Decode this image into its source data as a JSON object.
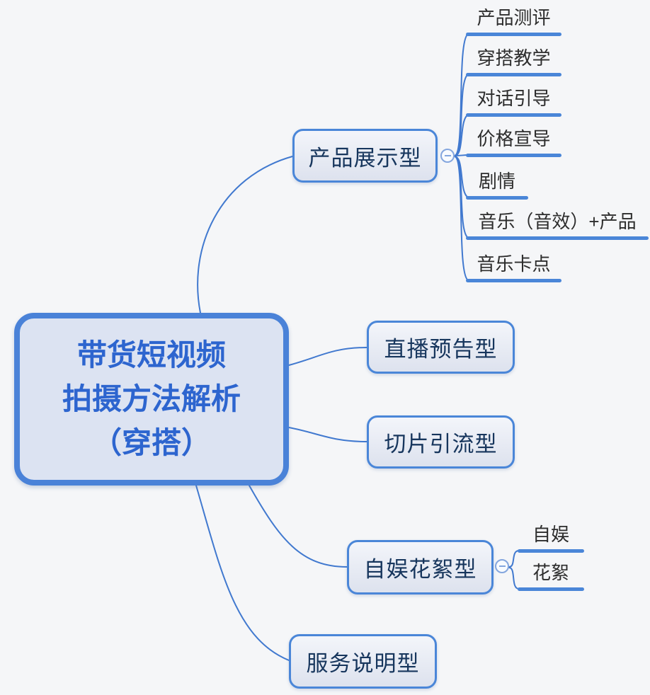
{
  "title": "带货短视频拍摄方法解析（穿搭）思维导图",
  "colors": {
    "background": "#f5f6f8",
    "accent": "#4a86d8",
    "connector_line": "#4179cf",
    "root_fill": "#dce3f2",
    "root_border": "#4a82d8",
    "root_text": "#2d65cf",
    "branch_fill_top": "#f3f5fa",
    "branch_fill_bottom": "#dde2ee",
    "branch_text": "#17365d",
    "leaf_text": "#2d2d2d"
  },
  "root": {
    "lines": [
      "带货短视频",
      "拍摄方法解析",
      "（穿搭）"
    ]
  },
  "branches": [
    {
      "label": "产品展示型",
      "collapsed": false,
      "children": [
        "产品测评",
        "穿搭教学",
        "对话引导",
        "价格宣导",
        "剧情",
        "音乐（音效）+产品",
        "音乐卡点"
      ]
    },
    {
      "label": "直播预告型",
      "children": []
    },
    {
      "label": "切片引流型",
      "children": []
    },
    {
      "label": "自娱花絮型",
      "collapsed": false,
      "children": [
        "自娱",
        "花絮"
      ]
    },
    {
      "label": "服务说明型",
      "children": []
    }
  ]
}
